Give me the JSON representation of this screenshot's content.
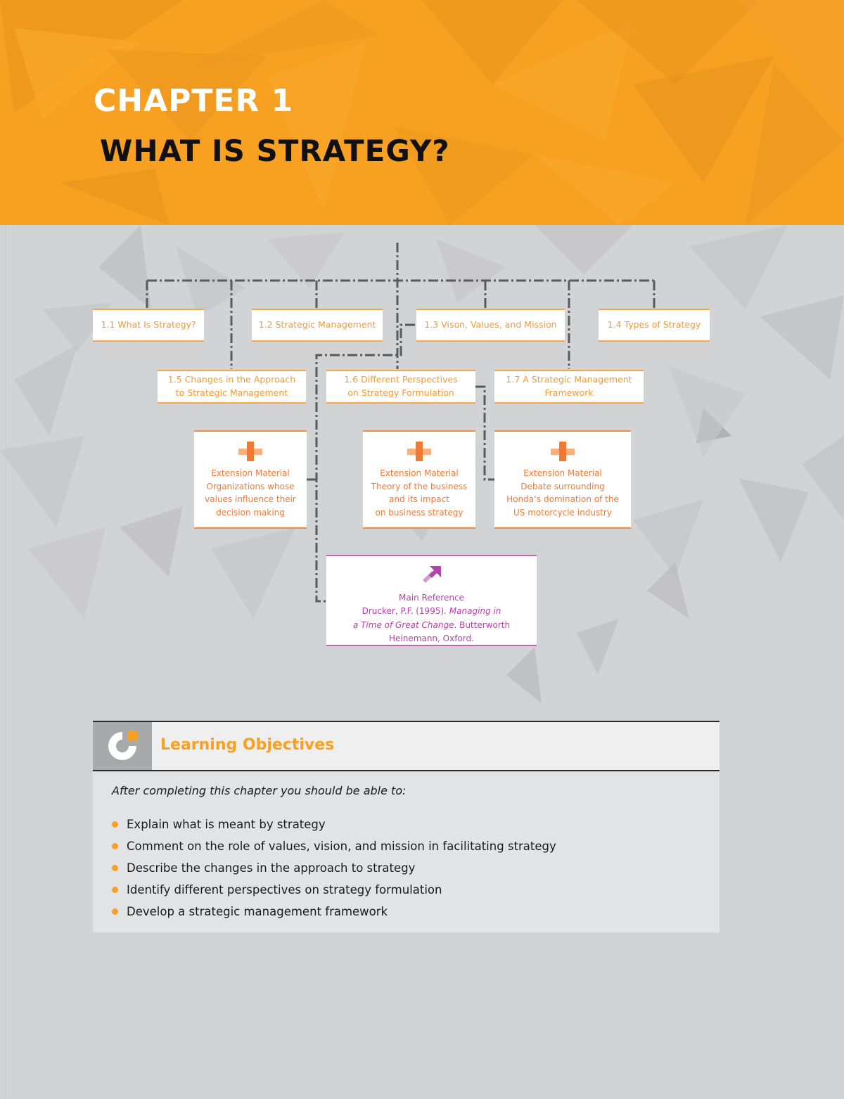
{
  "header": {
    "chapter_label": "CHAPTER 1",
    "chapter_title": "WHAT IS STRATEGY?",
    "background_color": "#f7a021"
  },
  "diagram": {
    "sections": [
      {
        "id": "1.1",
        "label": "1.1  What Is Strategy?"
      },
      {
        "id": "1.2",
        "label": "1.2 Strategic Management"
      },
      {
        "id": "1.3",
        "label": "1.3 Vison, Values, and Mission"
      },
      {
        "id": "1.4",
        "label": "1.4 Types of Strategy"
      },
      {
        "id": "1.5",
        "line1": "1.5 Changes in the Approach",
        "line2": "to Strategic  Management"
      },
      {
        "id": "1.6",
        "line1": "1.6 Different Perspectives",
        "line2": "on Strategy Formulation"
      },
      {
        "id": "1.7",
        "line1": "1.7 A Strategic Management",
        "line2": "Framework"
      }
    ],
    "extension_materials": [
      {
        "heading": "Extension Material",
        "lines": [
          "Organizations whose",
          "values influence their",
          "decision making"
        ]
      },
      {
        "heading": "Extension Material",
        "lines": [
          "Theory of the business",
          "and its impact",
          "on business strategy"
        ]
      },
      {
        "heading": "Extension Material",
        "lines": [
          "Debate surrounding",
          "Honda’s domination of the",
          "US motorcycle industry"
        ]
      }
    ],
    "main_reference": {
      "heading": "Main Reference",
      "author": "Drucker, P.F. (1995). ",
      "title_part1": "Managing in",
      "title_part2": "a Time of Great Change",
      "publisher1": ". Butterworth",
      "publisher2": "Heinemann, Oxford."
    },
    "colors": {
      "section_text": "#f39a33",
      "extension_text": "#f07a35",
      "reference_text": "#b044a8",
      "connector": "#5a5a5c"
    }
  },
  "learning_objectives": {
    "title": "Learning Objectives",
    "intro": "After completing this chapter you should be able to:",
    "items": [
      "Explain what is meant by strategy",
      "Comment on the role of values, vision, and mission in facilitating strategy",
      "Describe the changes in the approach to strategy",
      "Identify different perspectives on strategy formulation",
      "Develop a strategic management framework"
    ],
    "accent_color": "#f7a021"
  }
}
